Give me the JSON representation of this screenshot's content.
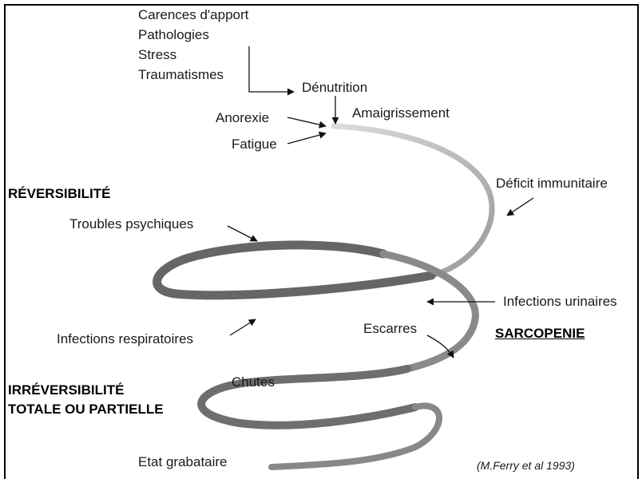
{
  "causes": [
    "Carences d'apport",
    "Pathologies",
    "Stress",
    "Traumatismes"
  ],
  "labels": {
    "denutrition": "Dénutrition",
    "amaigrissement": "Amaigrissement",
    "anorexie": "Anorexie",
    "fatigue": "Fatigue",
    "deficit_immunitaire": "Déficit immunitaire",
    "troubles_psychiques": "Troubles psychiques",
    "infections_urinaires": "Infections urinaires",
    "infections_respiratoires": "Infections respiratoires",
    "escarres": "Escarres",
    "chutes": "Chutes",
    "etat_grabataire": "Etat grabataire"
  },
  "headings": {
    "reversibilite": "RÉVERSIBILITÉ",
    "irreversibilite_line1": "IRRÉVERSIBILITÉ",
    "irreversibilite_line2": "TOTALE OU PARTIELLE",
    "sarcopenie": "SARCOPENIE"
  },
  "citation": "(M.Ferry et al 1993)",
  "colors": {
    "line": "#111111",
    "spiral_light": "#c8c8c8",
    "spiral_mid": "#9a9a9a",
    "spiral_dark": "#555555"
  }
}
